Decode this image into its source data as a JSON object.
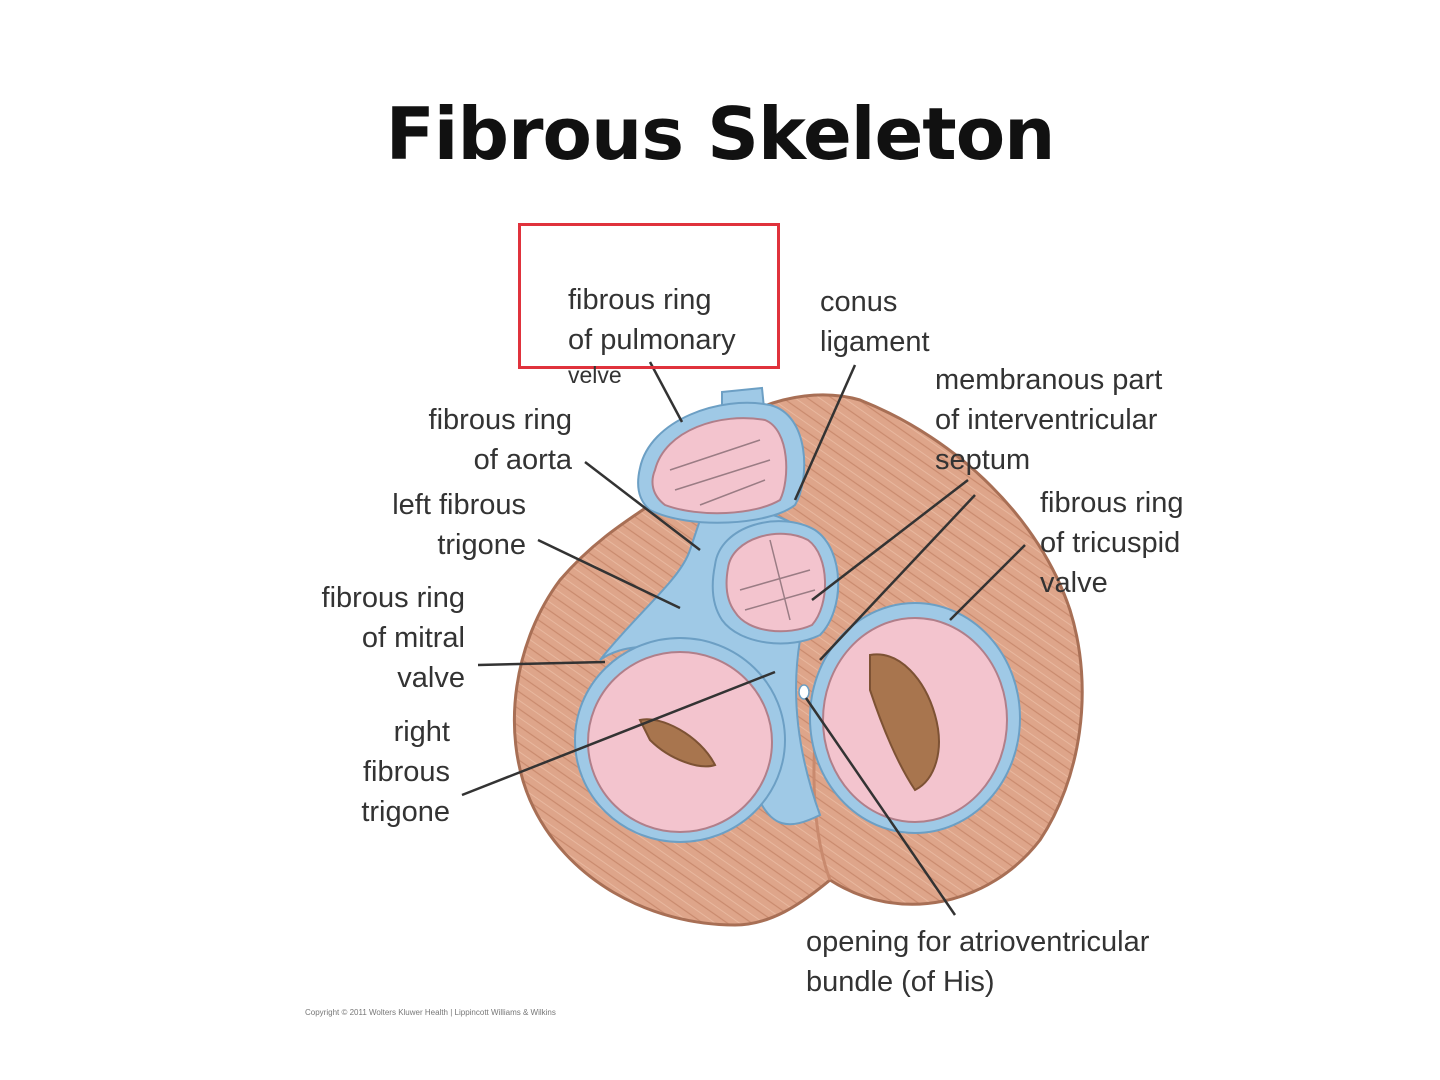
{
  "title": "Fibrous Skeleton",
  "labels": {
    "pulmonary_ring": "fibrous ring\nof pulmonary",
    "pulmonary_ring_edit": "velve",
    "conus_ligament": "conus\nligament",
    "membranous_septum": "membranous part\nof interventricular\nseptum",
    "aortic_ring": "fibrous ring\nof aorta",
    "left_trigone": "left fibrous\ntrigone",
    "tricuspid_ring": "fibrous ring\nof tricuspid\nvalve",
    "mitral_ring": "fibrous ring\nof mitral\nvalve",
    "right_trigone": "right\nfibrous\ntrigone",
    "his_bundle_opening": "opening for atrioventricular\nbundle (of His)"
  },
  "copyright": "Copyright © 2011 Wolters Kluwer Health | Lippincott Williams & Wilkins",
  "colors": {
    "myocardium": "#dea58a",
    "fibrous_tissue": "#9fc9e6",
    "valve_interior": "#f3c4ce",
    "highlight_box": "#e0323c"
  }
}
